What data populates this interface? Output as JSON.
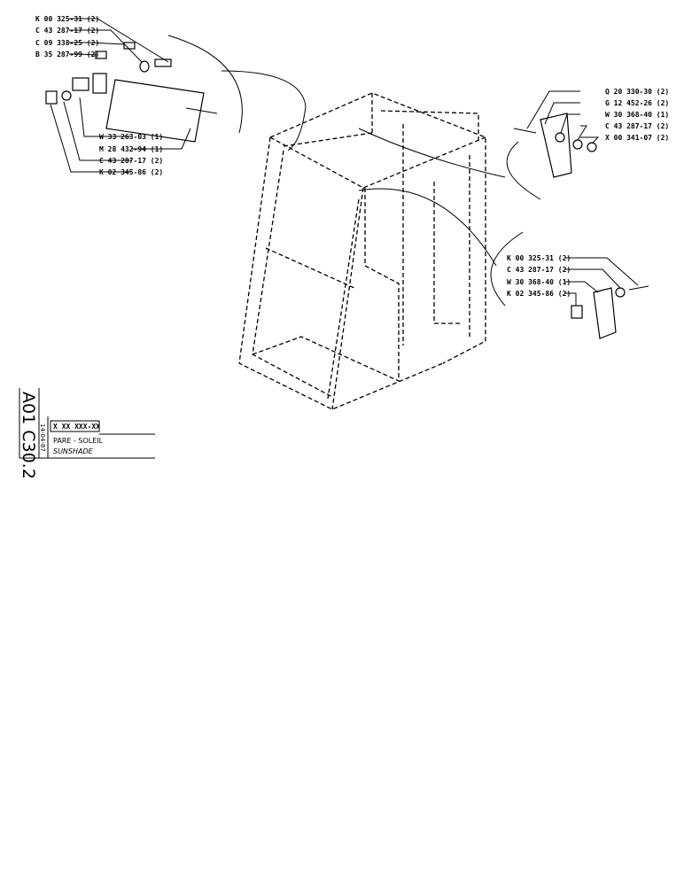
{
  "drawing": {
    "left_sunshade_parts": [
      "K 00 325-31 (2)",
      "C 43 287-17 (2)",
      "C 09 338-25 (2)",
      "B 35 287-99 (2)"
    ],
    "left_sunshade_parts_lower": [
      "W 33 263-03 (1)",
      "M 28 432-94 (1)",
      "C 43 287-17 (2)",
      "K 02 345-86 (2)"
    ],
    "right_upper_parts": [
      "Q 20 330-30 (2)",
      "G 12 452-26 (2)",
      "W 30 368-40 (1)",
      "C 43 287-17 (2)",
      "X 00 341-07 (2)"
    ],
    "right_lower_parts": [
      "K 00 325-31 (2)",
      "C 43 287-17 (2)",
      "W 30 368-40 (1)",
      "K 02 345-86 (2)"
    ]
  },
  "title_block": {
    "sheet_code": "A01 C30.2",
    "date": "14-04-87",
    "part_number": "X XX XXX-XX",
    "title_fr": "PARE - SOLEIL",
    "title_en": "SUNSHADE"
  }
}
